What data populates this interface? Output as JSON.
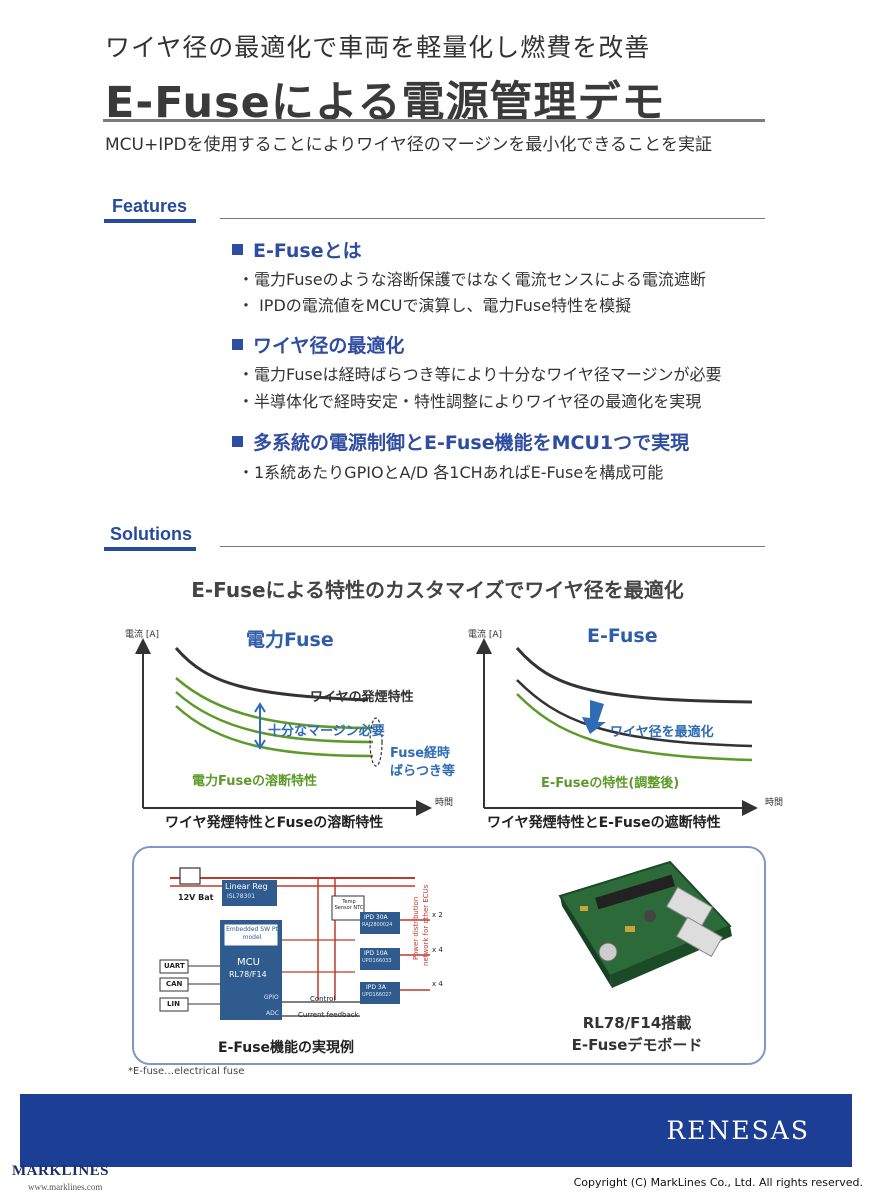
{
  "header": {
    "subtitle": "ワイヤ径の最適化で車両を軽量化し燃費を改善",
    "title": "E-Fuseによる電源管理デモ",
    "lead": "MCU+IPDを使用することによりワイヤ径のマージンを最小化できることを実証"
  },
  "features": {
    "label": "Features",
    "items": [
      {
        "heading": "E-Fuseとは",
        "bullets": [
          "・電力Fuseのような溶断保護ではなく電流センスによる電流遮断",
          "・ IPDの電流値をMCUで演算し、電力Fuse特性を模擬"
        ]
      },
      {
        "heading": "ワイヤ径の最適化",
        "bullets": [
          "・電力Fuseは経時ばらつき等により十分なワイヤ径マージンが必要",
          "・半導体化で経時安定・特性調整によりワイヤ径の最適化を実現"
        ]
      },
      {
        "heading": "多系統の電源制御とE-Fuse機能をMCU1つで実現",
        "bullets": [
          "・1系統あたりGPIOとA/D 各1CHあればE-Fuseを構成可能"
        ]
      }
    ]
  },
  "solutions": {
    "label": "Solutions",
    "title": "E-Fuseによる特性のカスタマイズでワイヤ径を最適化"
  },
  "chart_left": {
    "title": "電力Fuse",
    "ylabel": "電流 [A]",
    "xlabel": "時間",
    "label_wire": "ワイヤの発煙特性",
    "label_margin": "十分なマージン必要",
    "label_aging_1": "Fuse経時",
    "label_aging_2": "ばらつき等",
    "label_fuse": "電力Fuseの溶断特性",
    "caption": "ワイヤ発煙特性とFuseの溶断特性"
  },
  "chart_right": {
    "title": "E-Fuse",
    "ylabel": "電流 [A]",
    "xlabel": "時間",
    "label_optimize": "ワイヤ径を最適化",
    "label_efuse": "E-Fuseの特性(調整後)",
    "caption": "ワイヤ発煙特性とE-Fuseの遮断特性"
  },
  "diagram": {
    "battery": "12V Bat",
    "reg": "Linear Reg",
    "reg_part": "ISL78301",
    "embedded": "Embedded SW Pt model",
    "mcu": "MCU",
    "mcu_part": "RL78/F14",
    "gpio": "GPIO",
    "adc": "ADC",
    "temp": "Temp Sensor NTC",
    "ipd1": "IPD 30A",
    "ipd1_part": "RAJ2800024",
    "ipd2": "IPD 10A",
    "ipd2_part": "UPD166033",
    "ipd3": "IPD 3A",
    "ipd3_part": "UPD166027",
    "mult1": "x 2",
    "mult2": "x 4",
    "mult3": "x 4",
    "uart": "UART",
    "can": "CAN",
    "lin": "LIN",
    "control": "Control",
    "feedback": "Current feedback",
    "power_dist_1": "Power distribution",
    "power_dist_2": "network for other ECUs",
    "caption": "E-Fuse機能の実現例"
  },
  "board": {
    "caption_1": "RL78/F14搭載",
    "caption_2": "E-Fuseデモボード"
  },
  "note": "*E-fuse…electrical fuse",
  "footer": {
    "brand": "RENESAS",
    "watermark": "MARKLINES",
    "watermark_url": "www.marklines.com",
    "copyright": "Copyright (C) MarkLines Co., Ltd. All rights reserved."
  },
  "colors": {
    "accent": "#274b9c",
    "green": "#5c9a2a",
    "footer": "#1c3e94"
  }
}
